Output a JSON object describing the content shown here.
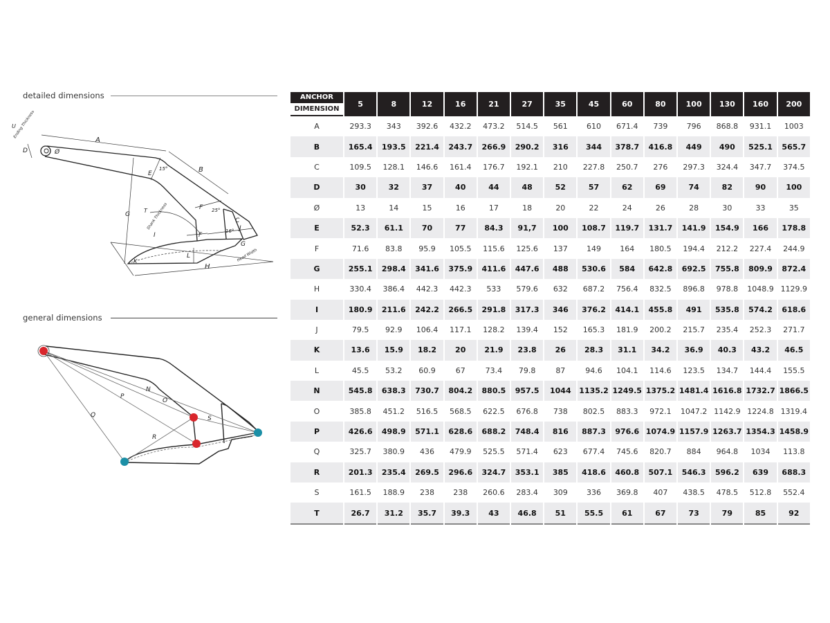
{
  "sections": {
    "detailed_title": "detailed dimensions",
    "general_title": "general dimensions"
  },
  "detailed_labels": {
    "A": "A",
    "B": "B",
    "C": "C",
    "D": "D",
    "E": "E",
    "F": "F",
    "F2": "F",
    "G": "G",
    "G2": "G",
    "H": "H",
    "I": "I",
    "J": "J",
    "K": "K",
    "L": "L",
    "T": "T",
    "U": "U",
    "dia": "Ø",
    "angle1": "15°",
    "angle2": "25°",
    "angle3": "16°",
    "ending_thickness": "Ending Thickness",
    "shank_thickness": "Shank Thickness",
    "head_width": "Head Width"
  },
  "general_labels": {
    "N": "N",
    "O": "O",
    "P": "P",
    "Q": "Q",
    "R": "R",
    "S": "S"
  },
  "colors": {
    "header": "#231f20",
    "alt_row": "#ebebed",
    "red_point": "#d9262c",
    "blue_point": "#1b8fa6"
  },
  "table": {
    "corner_top": "ANCHOR",
    "corner_bottom": "DIMENSION",
    "columns": [
      "5",
      "8",
      "12",
      "16",
      "21",
      "27",
      "35",
      "45",
      "60",
      "80",
      "100",
      "130",
      "160",
      "200"
    ],
    "rows": [
      {
        "dim": "A",
        "values": [
          "293.3",
          "343",
          "392.6",
          "432.2",
          "473.2",
          "514.5",
          "561",
          "610",
          "671.4",
          "739",
          "796",
          "868.8",
          "931.1",
          "1003"
        ]
      },
      {
        "dim": "B",
        "values": [
          "165.4",
          "193.5",
          "221.4",
          "243.7",
          "266.9",
          "290.2",
          "316",
          "344",
          "378.7",
          "416.8",
          "449",
          "490",
          "525.1",
          "565.7"
        ]
      },
      {
        "dim": "C",
        "values": [
          "109.5",
          "128.1",
          "146.6",
          "161.4",
          "176.7",
          "192.1",
          "210",
          "227.8",
          "250.7",
          "276",
          "297.3",
          "324.4",
          "347.7",
          "374.5"
        ]
      },
      {
        "dim": "D",
        "values": [
          "30",
          "32",
          "37",
          "40",
          "44",
          "48",
          "52",
          "57",
          "62",
          "69",
          "74",
          "82",
          "90",
          "100"
        ]
      },
      {
        "dim": "Ø",
        "values": [
          "13",
          "14",
          "15",
          "16",
          "17",
          "18",
          "20",
          "22",
          "24",
          "26",
          "28",
          "30",
          "33",
          "35"
        ]
      },
      {
        "dim": "E",
        "values": [
          "52.3",
          "61.1",
          "70",
          "77",
          "84.3",
          "91,7",
          "100",
          "108.7",
          "119.7",
          "131.7",
          "141.9",
          "154.9",
          "166",
          "178.8"
        ]
      },
      {
        "dim": "F",
        "values": [
          "71.6",
          "83.8",
          "95.9",
          "105.5",
          "115.6",
          "125.6",
          "137",
          "149",
          "164",
          "180.5",
          "194.4",
          "212.2",
          "227.4",
          "244.9"
        ]
      },
      {
        "dim": "G",
        "values": [
          "255.1",
          "298.4",
          "341.6",
          "375.9",
          "411.6",
          "447.6",
          "488",
          "530.6",
          "584",
          "642.8",
          "692.5",
          "755.8",
          "809.9",
          "872.4"
        ]
      },
      {
        "dim": "H",
        "values": [
          "330.4",
          "386.4",
          "442.3",
          "442.3",
          "533",
          "579.6",
          "632",
          "687.2",
          "756.4",
          "832.5",
          "896.8",
          "978.8",
          "1048.9",
          "1129.9"
        ]
      },
      {
        "dim": "I",
        "values": [
          "180.9",
          "211.6",
          "242.2",
          "266.5",
          "291.8",
          "317.3",
          "346",
          "376.2",
          "414.1",
          "455.8",
          "491",
          "535.8",
          "574.2",
          "618.6"
        ]
      },
      {
        "dim": "J",
        "values": [
          "79.5",
          "92.9",
          "106.4",
          "117.1",
          "128.2",
          "139.4",
          "152",
          "165.3",
          "181.9",
          "200.2",
          "215.7",
          "235.4",
          "252.3",
          "271.7"
        ]
      },
      {
        "dim": "K",
        "values": [
          "13.6",
          "15.9",
          "18.2",
          "20",
          "21.9",
          "23.8",
          "26",
          "28.3",
          "31.1",
          "34.2",
          "36.9",
          "40.3",
          "43.2",
          "46.5"
        ]
      },
      {
        "dim": "L",
        "values": [
          "45.5",
          "53.2",
          "60.9",
          "67",
          "73.4",
          "79.8",
          "87",
          "94.6",
          "104.1",
          "114.6",
          "123.5",
          "134.7",
          "144.4",
          "155.5"
        ]
      },
      {
        "dim": "N",
        "values": [
          "545.8",
          "638.3",
          "730.7",
          "804.2",
          "880.5",
          "957.5",
          "1044",
          "1135.2",
          "1249.5",
          "1375.2",
          "1481.4",
          "1616.8",
          "1732.7",
          "1866.5"
        ]
      },
      {
        "dim": "O",
        "values": [
          "385.8",
          "451.2",
          "516.5",
          "568.5",
          "622.5",
          "676.8",
          "738",
          "802.5",
          "883.3",
          "972.1",
          "1047.2",
          "1142.9",
          "1224.8",
          "1319.4"
        ]
      },
      {
        "dim": "P",
        "values": [
          "426.6",
          "498.9",
          "571.1",
          "628.6",
          "688.2",
          "748.4",
          "816",
          "887.3",
          "976.6",
          "1074.9",
          "1157.9",
          "1263.7",
          "1354.3",
          "1458.9"
        ]
      },
      {
        "dim": "Q",
        "values": [
          "325.7",
          "380.9",
          "436",
          "479.9",
          "525.5",
          "571.4",
          "623",
          "677.4",
          "745.6",
          "820.7",
          "884",
          "964.8",
          "1034",
          "113.8"
        ]
      },
      {
        "dim": "R",
        "values": [
          "201.3",
          "235.4",
          "269.5",
          "296.6",
          "324.7",
          "353.1",
          "385",
          "418.6",
          "460.8",
          "507.1",
          "546.3",
          "596.2",
          "639",
          "688.3"
        ]
      },
      {
        "dim": "S",
        "values": [
          "161.5",
          "188.9",
          "238",
          "238",
          "260.6",
          "283.4",
          "309",
          "336",
          "369.8",
          "407",
          "438.5",
          "478.5",
          "512.8",
          "552.4"
        ]
      },
      {
        "dim": "T",
        "values": [
          "26.7",
          "31.2",
          "35.7",
          "39.3",
          "43",
          "46.8",
          "51",
          "55.5",
          "61",
          "67",
          "73",
          "79",
          "85",
          "92"
        ]
      }
    ]
  }
}
